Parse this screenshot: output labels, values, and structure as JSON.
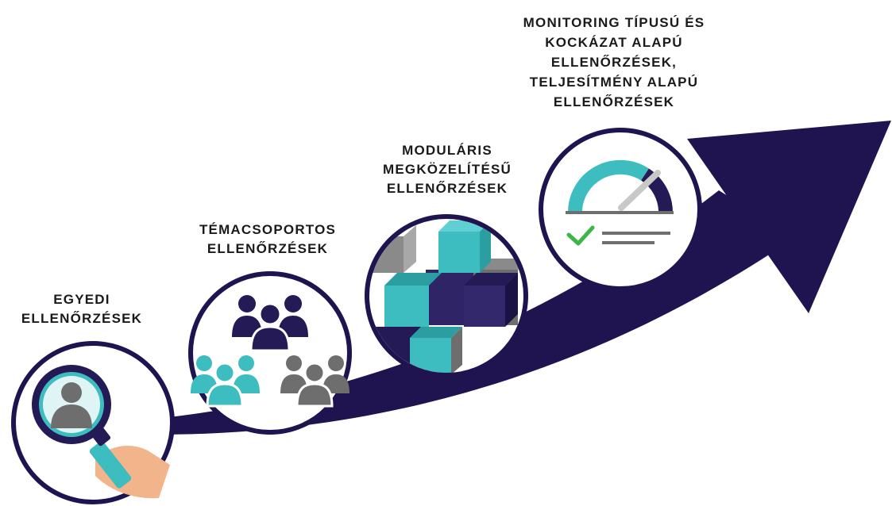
{
  "stages": [
    {
      "id": "egyedi",
      "label_lines": [
        "EGYEDI",
        "ELLENŐRZÉSEK"
      ],
      "icon": "magnifier-person-icon"
    },
    {
      "id": "temacsoportos",
      "label_lines": [
        "TÉMACSOPORTOS",
        "ELLENŐRZÉSEK"
      ],
      "icon": "people-groups-icon"
    },
    {
      "id": "modularis",
      "label_lines": [
        "MODULÁRIS",
        "MEGKÖZELÍTÉSŰ",
        "ELLENŐRZÉSEK"
      ],
      "icon": "cubes-icon"
    },
    {
      "id": "monitoring",
      "label_lines": [
        "MONITORING TÍPUSÚ ÉS",
        "KOCKÁZAT ALAPÚ",
        "ELLENŐRZÉSEK,",
        "TELJESÍTMÉNY ALAPÚ",
        "ELLENŐRZÉSEK"
      ],
      "icon": "gauge-checklist-icon"
    }
  ],
  "colors": {
    "arrow": "#1f1450",
    "ring": "#1f1450",
    "teal": "#3dbdc0",
    "navy": "#241a55",
    "grey": "#6e6e6e",
    "check": "#3cb54a",
    "skin": "#f2b48a"
  }
}
